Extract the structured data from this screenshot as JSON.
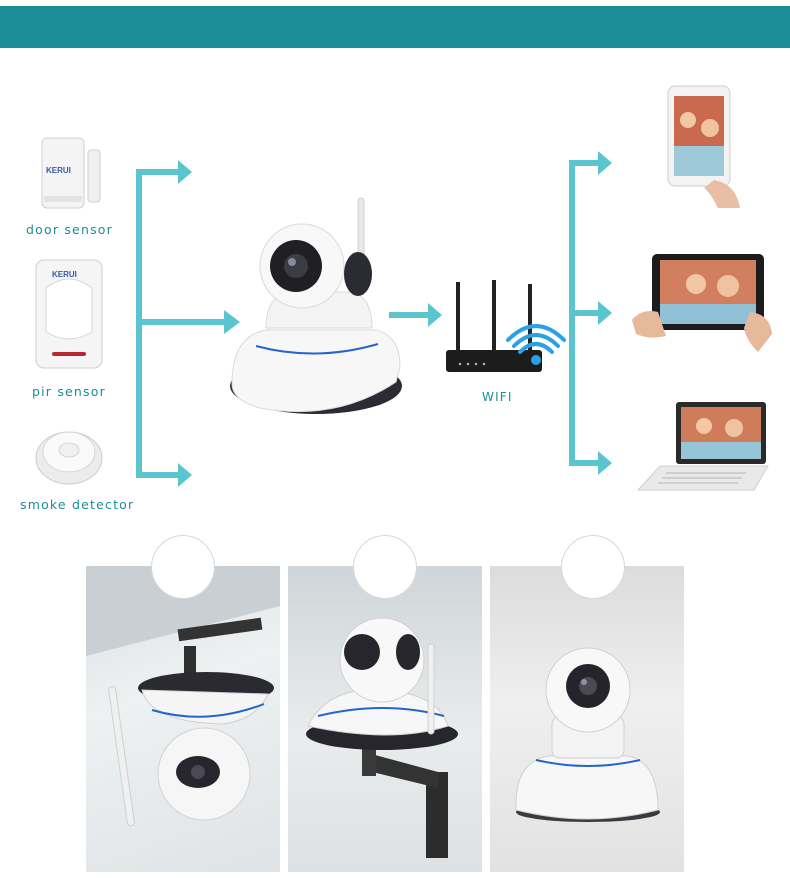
{
  "sensors": {
    "door_label": "door sensor",
    "pir_label": "pir sensor",
    "smoke_label": "smoke detector",
    "brand_text": "KERUI"
  },
  "network": {
    "wifi_label": "WIFI"
  },
  "colors": {
    "accent": "#1a8d97",
    "arrow": "#5bc5cf",
    "ring": "#2266cc"
  },
  "devices": [
    "smartphone",
    "tablet",
    "laptop"
  ],
  "mount_views": [
    "ceiling-mount",
    "wall-mount",
    "desktop"
  ]
}
